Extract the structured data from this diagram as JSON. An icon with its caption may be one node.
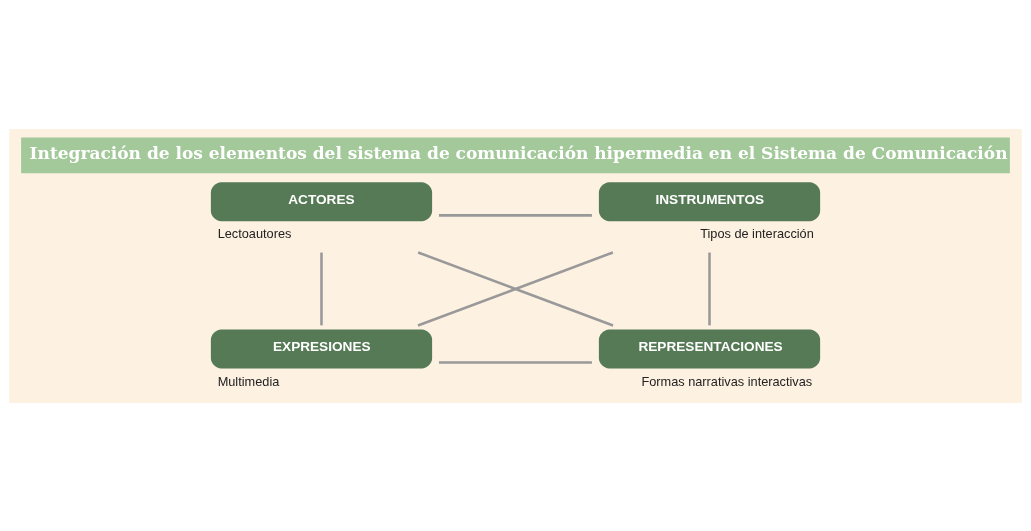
{
  "diagram": {
    "title": "Integración de los elementos del sistema de comunicación hipermedia en el Sistema de Comunicación",
    "nodes": [
      {
        "text": [
          "ACTORES"
        ],
        "beside": [
          "Lectoautores"
        ]
      },
      {
        "text": [
          "INSTRUMENTOS"
        ],
        "beside": [
          "Tipos de interacción"
        ]
      },
      {
        "text": [
          "EXPRESIONES"
        ],
        "beside": [
          "Multimedia"
        ]
      },
      {
        "text": [
          "REPRESENTACIONES"
        ],
        "beside": [
          "Formas narrativas interactivas"
        ]
      }
    ],
    "edges": [
      {
        "from": 0,
        "to": 1,
        "arrow": "none"
      },
      {
        "from": 0,
        "to": 2,
        "arrow": "none"
      },
      {
        "from": 1,
        "to": 3,
        "arrow": "none"
      },
      {
        "from": 0,
        "to": 3,
        "arrow": "none"
      },
      {
        "from": 1,
        "to": 2,
        "arrow": "none"
      },
      {
        "from": 2,
        "to": 3,
        "arrow": "none"
      }
    ]
  }
}
